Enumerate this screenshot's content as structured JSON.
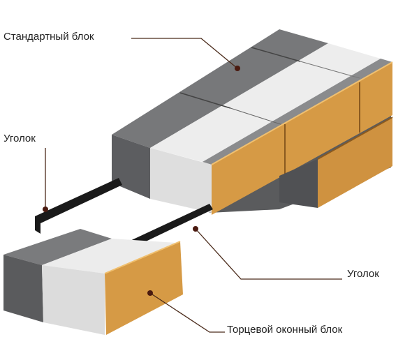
{
  "labels": {
    "standard_block": "Стандартный блок",
    "angle_top": "Уголок",
    "angle_bottom": "Уголок",
    "end_window_block": "Торцевой оконный блок"
  },
  "colors": {
    "dark_block": "#7a7b7d",
    "light_block": "#ececec",
    "brick": "#d69a45",
    "steel_angle": "#1a1a1a",
    "leader": "#4a2a1a"
  }
}
